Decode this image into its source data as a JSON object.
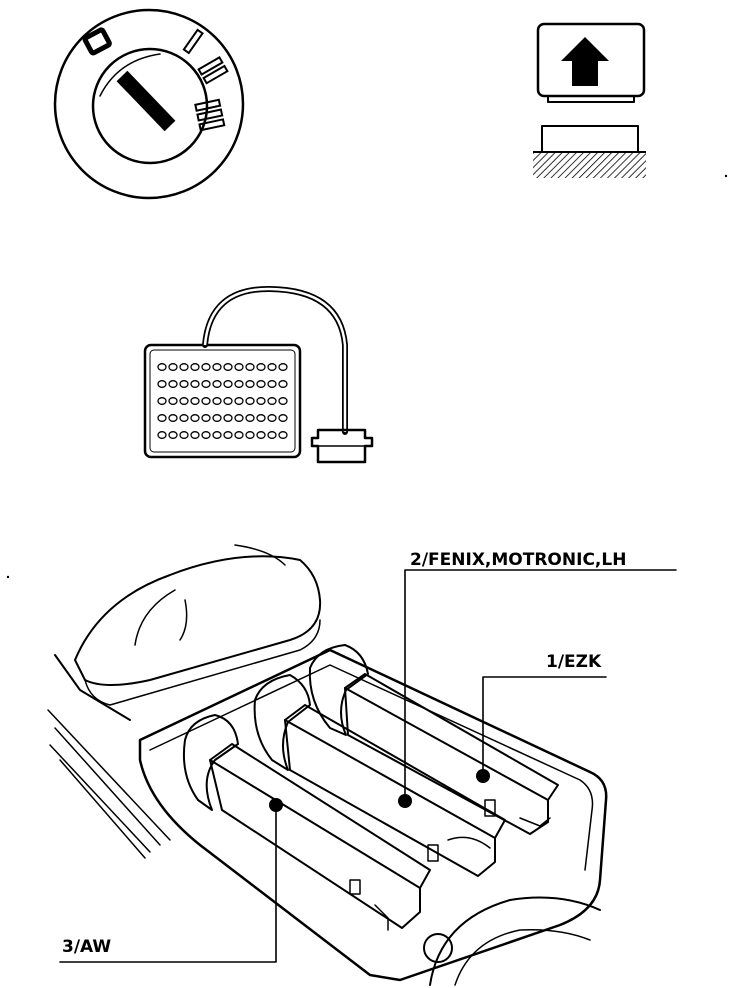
{
  "ignition_switch": {
    "position_labels": [
      "0",
      "I",
      "II",
      "III"
    ]
  },
  "connector_labels": {
    "ecu_2": "2/FENIX,MOTRONIC,LH",
    "ecu_1": "1/EZK",
    "ecu_3": "3/AW"
  },
  "colors": {
    "ink": "#000000",
    "paper": "#ffffff"
  },
  "icons": [
    "ignition-switch-icon",
    "arrow-up-icon",
    "ecu-connector-icon",
    "ecu-box-icon"
  ]
}
